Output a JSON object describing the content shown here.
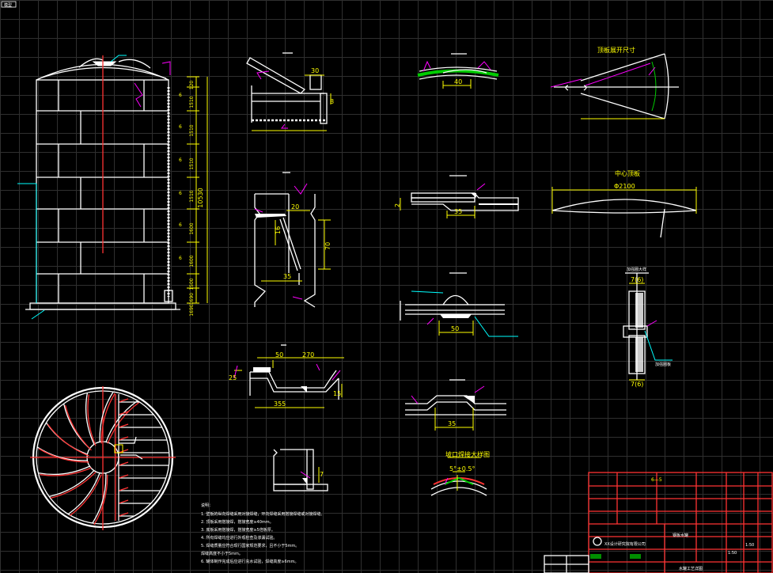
{
  "tab_label": "模型",
  "colors": {
    "background": "#000000",
    "grid": "#2f2f2f",
    "outline": "#ffffff",
    "dimension": "#ffff00",
    "leader": "#ff00ff",
    "centerline": "#00ffff",
    "frame": "#ff0000",
    "section": "#00cc00"
  },
  "tank_elevation": {
    "dims_right": [
      "120",
      "1510",
      "1510",
      "1510",
      "1510",
      "1600",
      "1600",
      "1500",
      "1690",
      "1690"
    ],
    "total_height": "10530",
    "marks": [
      "6",
      "6",
      "6",
      "6",
      "6",
      "6"
    ]
  },
  "details": {
    "roof_edge": {
      "dims": [
        "30",
        "8"
      ]
    },
    "wall_joint": {
      "dims": [
        "20",
        "35",
        "16",
        "70"
      ]
    },
    "bottom_edge": {
      "dims": [
        "50",
        "270",
        "355",
        "25",
        "15"
      ]
    },
    "corner": {
      "dims": [
        "7"
      ]
    },
    "lap_1": {
      "dims": [
        "40"
      ]
    },
    "lap_2": {
      "dims": [
        "35",
        "2"
      ]
    },
    "butt_weld": {
      "dims": [
        "50"
      ]
    },
    "bent_lap": {
      "dims": [
        "35"
      ]
    },
    "groove": {
      "title": "坡口焊接大样图",
      "dims": [
        "5°±0.5°"
      ]
    }
  },
  "roof_plate": {
    "title": "顶板展开尺寸"
  },
  "center_plate": {
    "title": "中心顶板",
    "dim": "Φ2100"
  },
  "nozzle": {
    "title": "加强圈大样",
    "dims": [
      "7(6)",
      "7(6)"
    ],
    "leader": "加强圈板"
  },
  "notes": {
    "title": "说明：",
    "lines": [
      "1. 壁板的纵向焊缝采用对接焊缝，环向焊缝采用搭接焊缝或对接焊缝。",
      "2. 顶板采用搭接焊，搭接宽度≥40mm。",
      "3. 底板采用搭接焊，搭接宽度≥5倍板厚。",
      "4. 所有焊缝均应进行外观检查及渗漏试验。",
      "5. 焊缝质量应符合现行国家规范要求，且不小于5mm。",
      "   焊缝高度不小于5mm。",
      "6. 罐体制作完成后应进行充水试验，焊缝高度≥6mm。"
    ]
  },
  "title_block": {
    "company": "XX设计研究院有限公司",
    "drawing_title": "水罐工艺详图",
    "project": "钢板水罐",
    "sheet_no": "6—5",
    "scale": "1:50",
    "sheet": "1:50"
  }
}
